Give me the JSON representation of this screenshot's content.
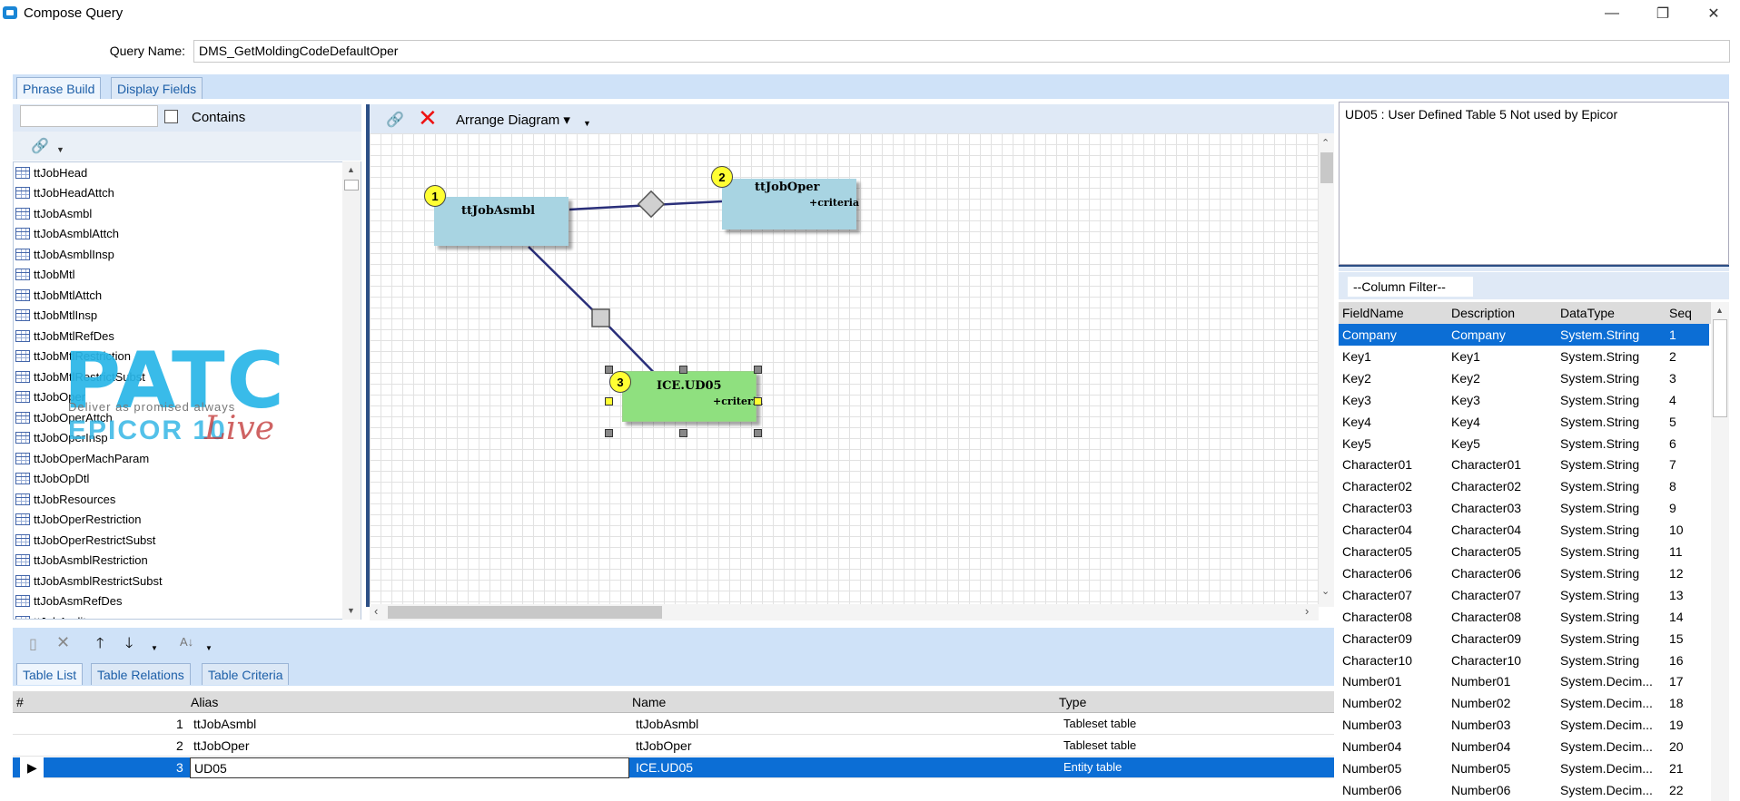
{
  "window": {
    "title": "Compose Query",
    "min": "—",
    "max": "❐",
    "close": "✕"
  },
  "query": {
    "label": "Query Name:",
    "value": "DMS_GetMoldingCodeDefaultOper"
  },
  "main_tabs": [
    "Phrase Build",
    "Display Fields"
  ],
  "left": {
    "search_value": "",
    "contains_label": "Contains",
    "tables": [
      "ttJobHead",
      "ttJobHeadAttch",
      "ttJobAsmbl",
      "ttJobAsmblAttch",
      "ttJobAsmblInsp",
      "ttJobMtl",
      "ttJobMtlAttch",
      "ttJobMtlInsp",
      "ttJobMtlRefDes",
      "ttJobMtlRestriction",
      "ttJobMtlRestrictSubst",
      "ttJobOper",
      "ttJobOperAttch",
      "ttJobOperInsp",
      "ttJobOperMachParam",
      "ttJobOpDtl",
      "ttJobResources",
      "ttJobOperRestriction",
      "ttJobOperRestrictSubst",
      "ttJobAsmblRestriction",
      "ttJobAsmblRestrictSubst",
      "ttJobAsmRefDes",
      "ttJobAudit"
    ]
  },
  "watermark": {
    "brand": "PATC",
    "tagline": "Deliver as promised always",
    "product": "EPICOR 10",
    "live": "Live"
  },
  "diagram": {
    "arrange_label": "Arrange Diagram",
    "nodes": [
      {
        "num": "1",
        "title": "ttJobAsmbl",
        "criteria": ""
      },
      {
        "num": "2",
        "title": "ttJobOper",
        "criteria": "+criteria"
      },
      {
        "num": "3",
        "title": "ICE.UD05",
        "criteria": "+criteria"
      }
    ]
  },
  "bottom_tabs": [
    "Table List",
    "Table Relations",
    "Table Criteria"
  ],
  "grid": {
    "headers": {
      "num": "#",
      "alias": "Alias",
      "name": "Name",
      "type": "Type"
    },
    "rows": [
      {
        "num": "1",
        "alias": "ttJobAsmbl",
        "name": "ttJobAsmbl",
        "type": "Tableset table"
      },
      {
        "num": "2",
        "alias": "ttJobOper",
        "name": "ttJobOper",
        "type": "Tableset table"
      },
      {
        "num": "3",
        "alias": "UD05",
        "name": "ICE.UD05",
        "type": "Entity table"
      }
    ]
  },
  "right": {
    "description": "UD05 : User Defined Table 5 Not used by Epicor",
    "column_filter": "--Column Filter--",
    "headers": {
      "field": "FieldName",
      "desc": "Description",
      "type": "DataType",
      "seq": "Seq"
    },
    "columns": [
      [
        "Company",
        "Company",
        "System.String",
        "1"
      ],
      [
        "Key1",
        "Key1",
        "System.String",
        "2"
      ],
      [
        "Key2",
        "Key2",
        "System.String",
        "3"
      ],
      [
        "Key3",
        "Key3",
        "System.String",
        "4"
      ],
      [
        "Key4",
        "Key4",
        "System.String",
        "5"
      ],
      [
        "Key5",
        "Key5",
        "System.String",
        "6"
      ],
      [
        "Character01",
        "Character01",
        "System.String",
        "7"
      ],
      [
        "Character02",
        "Character02",
        "System.String",
        "8"
      ],
      [
        "Character03",
        "Character03",
        "System.String",
        "9"
      ],
      [
        "Character04",
        "Character04",
        "System.String",
        "10"
      ],
      [
        "Character05",
        "Character05",
        "System.String",
        "11"
      ],
      [
        "Character06",
        "Character06",
        "System.String",
        "12"
      ],
      [
        "Character07",
        "Character07",
        "System.String",
        "13"
      ],
      [
        "Character08",
        "Character08",
        "System.String",
        "14"
      ],
      [
        "Character09",
        "Character09",
        "System.String",
        "15"
      ],
      [
        "Character10",
        "Character10",
        "System.String",
        "16"
      ],
      [
        "Number01",
        "Number01",
        "System.Decim...",
        "17"
      ],
      [
        "Number02",
        "Number02",
        "System.Decim...",
        "18"
      ],
      [
        "Number03",
        "Number03",
        "System.Decim...",
        "19"
      ],
      [
        "Number04",
        "Number04",
        "System.Decim...",
        "20"
      ],
      [
        "Number05",
        "Number05",
        "System.Decim...",
        "21"
      ],
      [
        "Number06",
        "Number06",
        "System.Decim...",
        "22"
      ]
    ]
  }
}
